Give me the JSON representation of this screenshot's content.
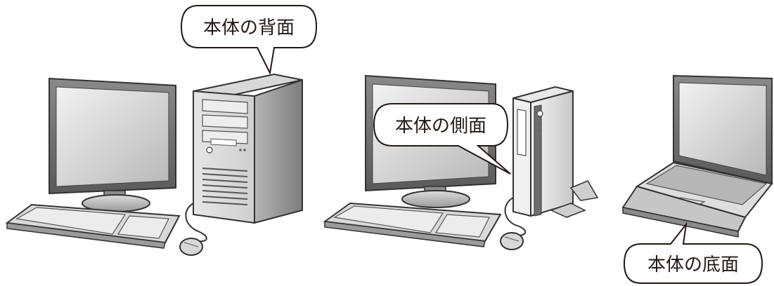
{
  "callouts": {
    "back": "本体の背面",
    "side": "本体の側面",
    "bottom": "本体の底面"
  }
}
